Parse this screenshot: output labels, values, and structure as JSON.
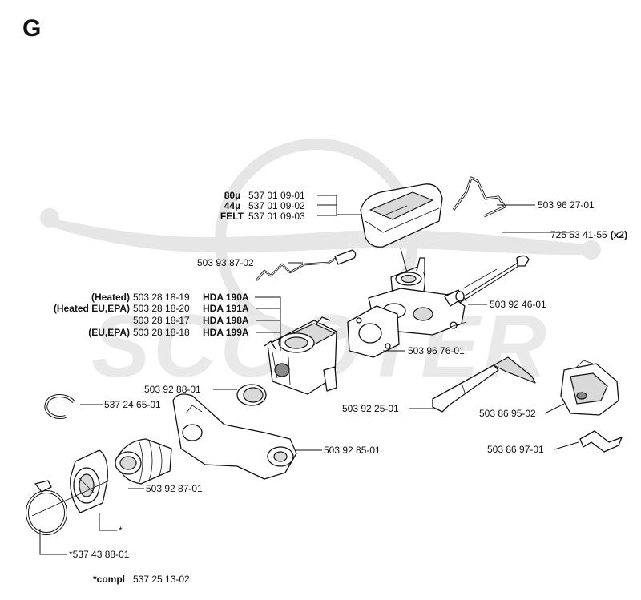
{
  "section_letter": "G",
  "colors": {
    "ink": "#111111",
    "watermark": "#e6e6e6"
  },
  "watermark_text": "SCOOTER",
  "labels": {
    "filter_80": {
      "prefix": "80µ",
      "part": "537 01 09-01"
    },
    "filter_44": {
      "prefix": "44µ",
      "part": "537 01 09-02"
    },
    "filter_felt": {
      "prefix": "FELT",
      "part": "537 01 09-03"
    },
    "wire": {
      "part": "503 93 87-02"
    },
    "carb_heated": {
      "note": "(Heated)",
      "part": "503 28 18-19",
      "model": "HDA 190A"
    },
    "carb_heated_eu": {
      "note": "(Heated EU,EPA)",
      "part": "503 28 18-20",
      "model": "HDA 191A"
    },
    "carb_198": {
      "note": "",
      "part": "503 28 18-17",
      "model": "HDA 198A"
    },
    "carb_eu": {
      "note": "(EU,EPA)",
      "part": "503 28 18-18",
      "model": "HDA 199A"
    },
    "clip_top": {
      "part": "503 96 27-01"
    },
    "bolt": {
      "part": "725 53 41-55",
      "qty": "(x2)"
    },
    "sleeve": {
      "part": "503 92 46-01"
    },
    "gasket": {
      "part": "503 96 76-01"
    },
    "seal_ring": {
      "part": "503 92 88-01"
    },
    "circlip": {
      "part": "537 24 65-01"
    },
    "lever": {
      "part": "503 92 25-01"
    },
    "cover": {
      "part": "503 86 95-02"
    },
    "intake": {
      "part": "503 92 85-01"
    },
    "spring_plate": {
      "part": "503 86 97-01"
    },
    "hose": {
      "part": "503 92 87-01"
    },
    "star": {
      "text": "*"
    },
    "clamp": {
      "part": "*537 43 88-01"
    },
    "compl": {
      "prefix": "*compl",
      "part": "537 25 13-02"
    }
  }
}
